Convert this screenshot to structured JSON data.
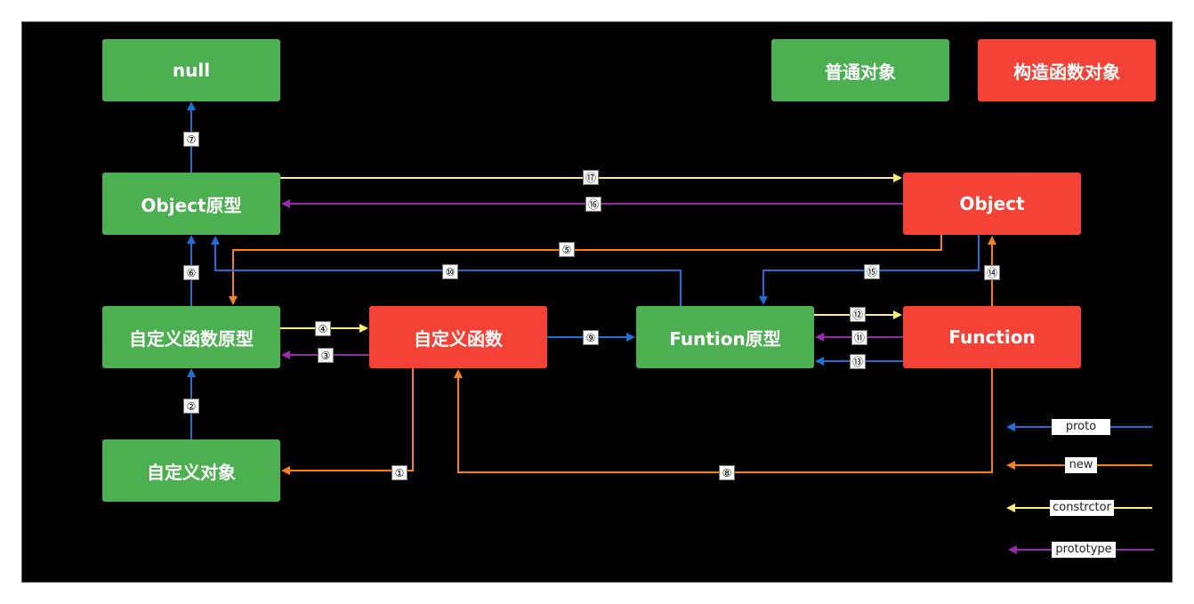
{
  "nodes": {
    "null": "null",
    "plain_object": "普通对象",
    "constructor_object": "构造函数对象",
    "object_prototype": "Object原型",
    "object": "Object",
    "custom_fn_prototype": "自定义函数原型",
    "custom_fn": "自定义函数",
    "function_prototype": "Funtion原型",
    "function": "Function",
    "custom_object": "自定义对象"
  },
  "edge_labels": {
    "e1": "①",
    "e2": "②",
    "e3": "③",
    "e4": "④",
    "e5": "⑤",
    "e6": "⑥",
    "e7": "⑦",
    "e8": "⑧",
    "e9": "⑨",
    "e10": "⑩",
    "e11": "⑪",
    "e12": "⑫",
    "e13": "⑬",
    "e14": "⑭",
    "e15": "⑮",
    "e16": "⑯",
    "e17": "⑰"
  },
  "legend": {
    "proto": "proto",
    "new": "new",
    "constructor": "constrctor",
    "prototype": "prototype"
  },
  "colors": {
    "proto": "#1e6fd9",
    "new": "#f4801e",
    "constructor": "#fff176",
    "prototype": "#9c27b0",
    "green": "#4caf50",
    "red": "#f44336"
  }
}
